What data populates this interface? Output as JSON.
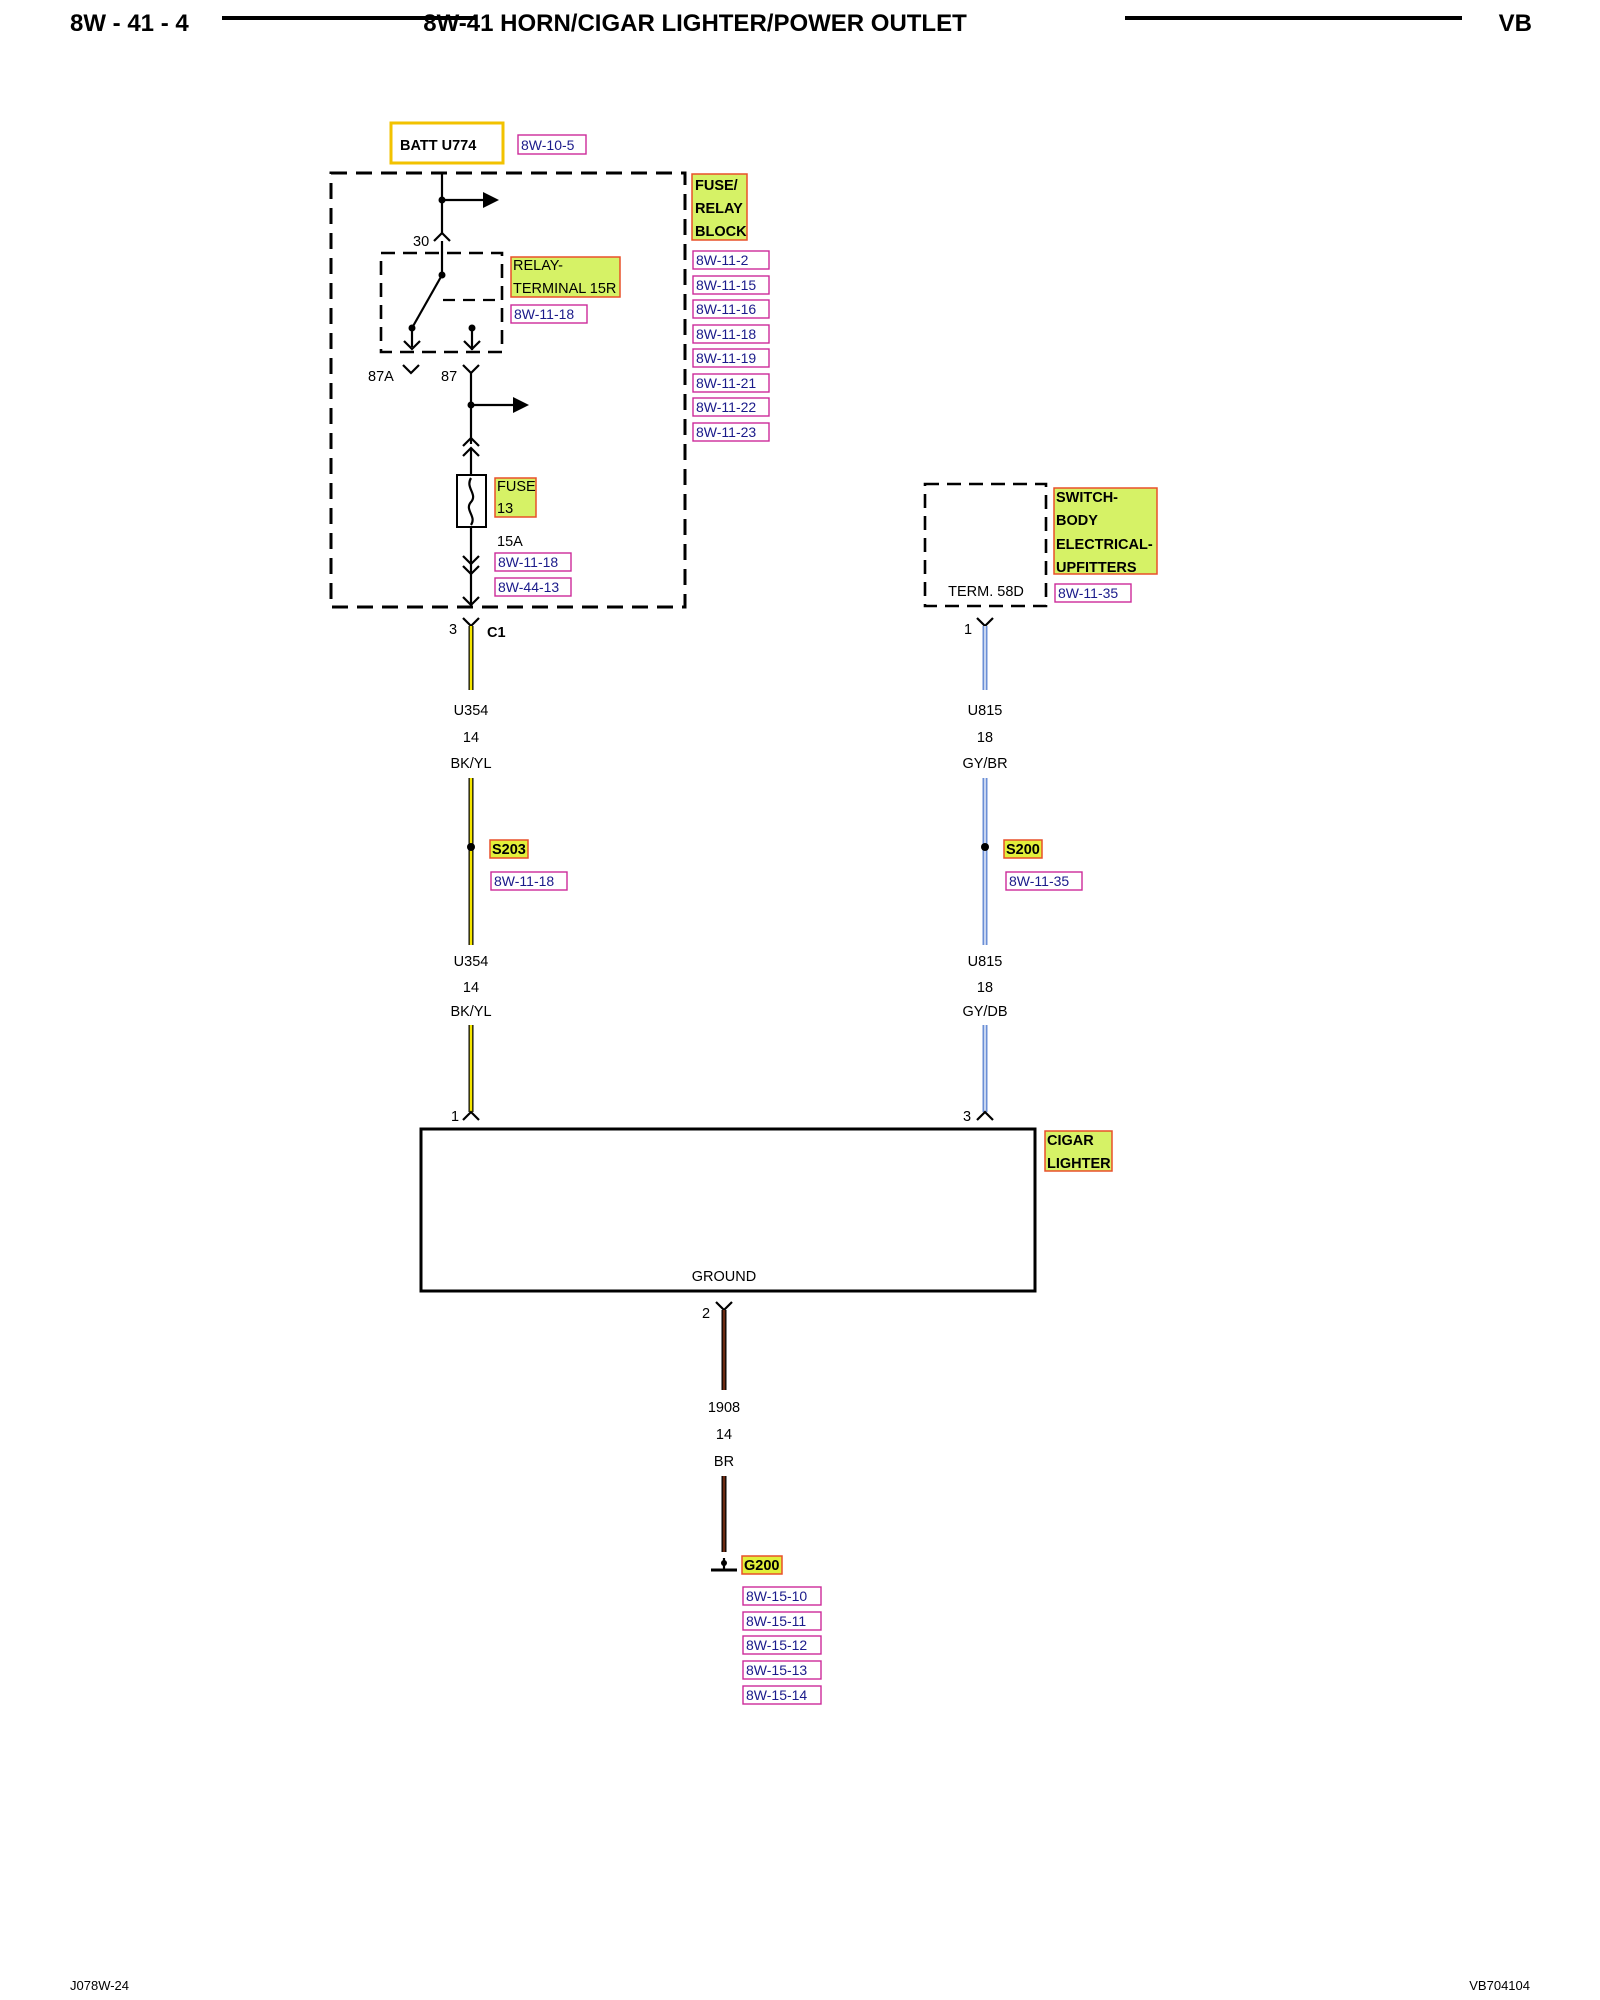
{
  "header": {
    "page_number": "8W - 41 - 4",
    "title": "8W-41 HORN/CIGAR LIGHTER/POWER OUTLET",
    "code": "VB"
  },
  "footer": {
    "left": "J078W-24",
    "right": "VB704104"
  },
  "batt": {
    "label": "BATT U774",
    "ref": "8W-10-5"
  },
  "fuse_relay_block": {
    "label_lines": [
      "FUSE/",
      "RELAY",
      "BLOCK"
    ],
    "refs": [
      "8W-11-2",
      "8W-11-15",
      "8W-11-16",
      "8W-11-18",
      "8W-11-19",
      "8W-11-21",
      "8W-11-22",
      "8W-11-23"
    ]
  },
  "relay": {
    "label_lines": [
      "RELAY-",
      "TERMINAL 15R"
    ],
    "ref": "8W-11-18",
    "pin_30": "30",
    "pin_87a": "87A",
    "pin_87": "87"
  },
  "fuse": {
    "label_lines": [
      "FUSE",
      "13"
    ],
    "rating": "15A",
    "refs": [
      "8W-11-18",
      "8W-44-13"
    ]
  },
  "connector_c1": {
    "pin": "3",
    "name": "C1"
  },
  "left_wire_upper": {
    "circuit": "U354",
    "gauge": "14",
    "color": "BK/YL"
  },
  "splice_s203": {
    "label": "S203",
    "ref": "8W-11-18"
  },
  "left_wire_lower": {
    "circuit": "U354",
    "gauge": "14",
    "color": "BK/YL"
  },
  "switch": {
    "label_lines": [
      "SWITCH-",
      "BODY",
      "ELECTRICAL-",
      "UPFITTERS"
    ],
    "terminal": "TERM. 58D",
    "ref": "8W-11-35",
    "pin": "1"
  },
  "right_wire_upper": {
    "circuit": "U815",
    "gauge": "18",
    "color": "GY/BR"
  },
  "splice_s200": {
    "label": "S200",
    "ref": "8W-11-35"
  },
  "right_wire_lower": {
    "circuit": "U815",
    "gauge": "18",
    "color": "GY/DB"
  },
  "cigar_lighter": {
    "label_lines": [
      "CIGAR",
      "LIGHTER"
    ],
    "ground_label": "GROUND",
    "pin_left": "1",
    "pin_right": "3",
    "pin_ground": "2"
  },
  "ground_wire": {
    "circuit": "1908",
    "gauge": "14",
    "color": "BR"
  },
  "ground_g200": {
    "label": "G200",
    "refs": [
      "8W-15-10",
      "8W-15-11",
      "8W-15-12",
      "8W-15-13",
      "8W-15-14"
    ]
  },
  "colors": {
    "wire_bk_yl": "#f5e600",
    "wire_gy": "#6b8fd6",
    "wire_br": "#6a2a12",
    "highlight": "#d6f266",
    "highlight_border": "#e8502a",
    "ref_border": "#cc2a9a",
    "batt_border": "#f2c200"
  }
}
